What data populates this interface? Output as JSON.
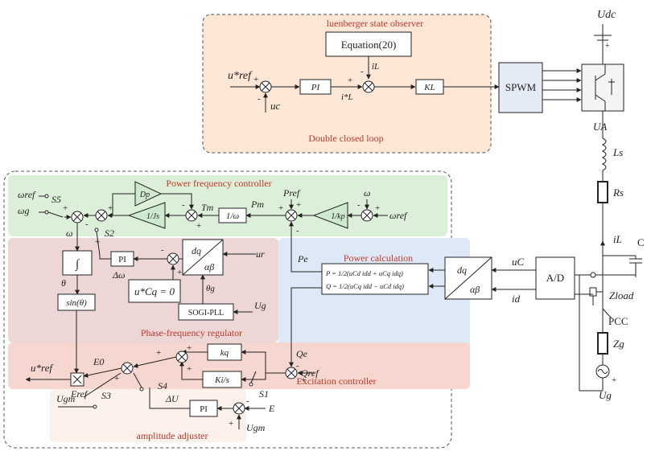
{
  "observer": {
    "title": "luenberger state observer",
    "equation": "Equation(20)",
    "loop_label": "Double closed loop",
    "pi": "PI",
    "kl": "KL"
  },
  "spwm": {
    "label": "SPWM"
  },
  "power_frequency": {
    "title": "Power frequency controller",
    "dp": "Dp",
    "integrator": "1/Js",
    "inv_omega": "1/ω",
    "inv_kp": "1/kp"
  },
  "power_calc": {
    "title": "Power calculation",
    "eq_p": "P = 1/2(uCd idd + uCq idq)",
    "eq_q": "Q = 1/2(uCq idd − uCd idq)"
  },
  "phase_frequency": {
    "title": "Phase-frequency regulator",
    "pi": "PI",
    "integral": "∫",
    "sin": "sin(θ)",
    "zero": "u*Cq = 0",
    "pll": "SOGI-PLL",
    "dq": "dq",
    "ab": "αβ"
  },
  "excitation": {
    "title": "Excitation controller",
    "kq": "kq",
    "ki": "Ki/s"
  },
  "amplitude": {
    "title": "amplitude adjuster",
    "pi": "PI"
  },
  "transform": {
    "dq": "dq",
    "ab": "αβ"
  },
  "ad": {
    "label": "A/D"
  },
  "labels": {
    "uref_star_top": "u*ref",
    "uc": "uc",
    "iL_star": "i*L",
    "iL_hat": "îL",
    "udc": "Udc",
    "ua": "UA",
    "ls": "Ls",
    "rs": "Rs",
    "il": "iL",
    "cap": "C",
    "zload": "Zload",
    "pcc": "PCC",
    "zg": "Zg",
    "ug_right": "Ug",
    "uc_right": "uC",
    "id": "id",
    "omega_ref_l": "ωref",
    "omega_g": "ωg",
    "s5": "S5",
    "s2": "S2",
    "omega": "ω",
    "tm": "Tm",
    "pm": "Pm",
    "pref": "Pref",
    "omega_top": "ω",
    "omega_ref_r": "ωref",
    "pe": "Pe",
    "delta_omega": "Δω",
    "ucq": "uCq",
    "ur": "ur",
    "theta": "θ",
    "theta_g": "θg",
    "ug_mid": "Ug",
    "qe": "Qe",
    "qref": "Qref",
    "uref_star_out": "u*ref",
    "e0": "E0",
    "eref": "Eref",
    "s3": "S3",
    "s4": "S4",
    "s1": "S1",
    "ugm_left": "Ugm",
    "delta_u": "ΔU",
    "e": "E",
    "ugm_bottom": "Ugm"
  }
}
